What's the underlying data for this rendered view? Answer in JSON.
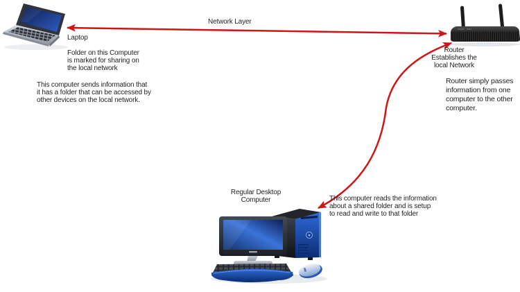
{
  "diagram": {
    "background": "#ffffff",
    "arrow_color": "#cf1515",
    "text_color": "#1f1f1f",
    "network_link_label": "Network Layer",
    "laptop": {
      "name": "Laptop",
      "icon": "laptop-icon",
      "note_shared": "Folder on this Computer\nis marked for sharing on\nthe local network",
      "note_sends": "This computer sends information that\nit has a folder that can be accessed by\nother devices on the local network."
    },
    "router": {
      "name": "Router\nEstablishes the\nlocal Network",
      "icon": "router-icon",
      "note": "Router simply passes\ninformation from one\ncomputer to the other\ncomputer."
    },
    "desktop": {
      "name": "Regular Desktop\nComputer",
      "icon": "desktop-computer-icon",
      "note": "This computer reads the information\nabout a shared folder and is setup\nto read and write to that folder"
    }
  }
}
